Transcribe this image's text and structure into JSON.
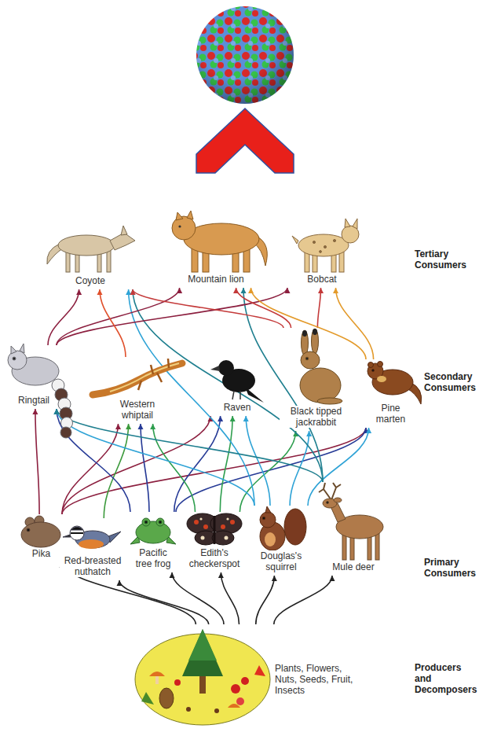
{
  "diagram": {
    "nodes": [
      {
        "text": [
          "Coyote"
        ]
      },
      {
        "text": [
          "Mountain lion"
        ]
      },
      {
        "text": [
          "Bobcat"
        ]
      },
      {
        "text": [
          "Ringtail"
        ]
      },
      {
        "text": [
          "Western whiptail"
        ]
      },
      {
        "text": [
          "Raven"
        ]
      },
      {
        "text": [
          "Black tipped jackrabbit"
        ]
      },
      {
        "text": [
          "Pine marten"
        ]
      },
      {
        "text": [
          "Pika"
        ]
      },
      {
        "text": [
          "Red-breasted nuthatch"
        ]
      },
      {
        "text": [
          "Pacific tree frog"
        ]
      },
      {
        "text": [
          "Edith's checkerspot"
        ]
      },
      {
        "text": [
          "Douglas's squirrel"
        ]
      },
      {
        "text": [
          "Mule deer"
        ]
      },
      {
        "text": [
          "Plants, Flowers, Nuts, Seeds, Fruit, Insects"
        ]
      }
    ],
    "edges": [
      {
        "from": 14,
        "to": 8,
        "arrow": "to"
      },
      {
        "from": 14,
        "to": 9,
        "arrow": "to"
      },
      {
        "from": 14,
        "to": 10,
        "arrow": "to"
      },
      {
        "from": 14,
        "to": 11,
        "arrow": "to"
      },
      {
        "from": 14,
        "to": 12,
        "arrow": "to"
      },
      {
        "from": 14,
        "to": 13,
        "arrow": "to"
      },
      {
        "from": 8,
        "to": 3,
        "arrow": "to"
      },
      {
        "from": 8,
        "to": 4,
        "arrow": "to"
      },
      {
        "from": 8,
        "to": 5,
        "arrow": "to"
      },
      {
        "from": 8,
        "to": 7,
        "arrow": "to"
      },
      {
        "from": 9,
        "to": 4,
        "arrow": "to"
      },
      {
        "from": 10,
        "to": 3,
        "arrow": "to"
      },
      {
        "from": 10,
        "to": 4,
        "arrow": "to"
      },
      {
        "from": 10,
        "to": 5,
        "arrow": "to"
      },
      {
        "from": 10,
        "to": 7,
        "arrow": "to"
      },
      {
        "from": 11,
        "to": 4,
        "arrow": "to"
      },
      {
        "from": 11,
        "to": 5,
        "arrow": "to"
      },
      {
        "from": 11,
        "to": 6,
        "arrow": "to"
      },
      {
        "from": 12,
        "to": 3,
        "arrow": "to"
      },
      {
        "from": 12,
        "to": 5,
        "arrow": "to"
      },
      {
        "from": 12,
        "to": 6,
        "arrow": "to"
      },
      {
        "from": 12,
        "to": 7,
        "arrow": "to"
      },
      {
        "from": 12,
        "to": 0,
        "arrow": "to"
      },
      {
        "from": 13,
        "to": 3,
        "arrow": "to"
      },
      {
        "from": 13,
        "to": 0,
        "arrow": "to"
      },
      {
        "from": 13,
        "to": 1,
        "arrow": "to"
      },
      {
        "from": 3,
        "to": 0,
        "arrow": "to"
      },
      {
        "from": 3,
        "to": 1,
        "arrow": "to"
      },
      {
        "from": 3,
        "to": 2,
        "arrow": "to"
      },
      {
        "from": 4,
        "to": 0,
        "arrow": "to"
      },
      {
        "from": 6,
        "to": 0,
        "arrow": "to"
      },
      {
        "from": 6,
        "to": 1,
        "arrow": "to"
      },
      {
        "from": 6,
        "to": 2,
        "arrow": "to"
      },
      {
        "from": 7,
        "to": 1,
        "arrow": "to"
      },
      {
        "from": 7,
        "to": 2,
        "arrow": "to"
      }
    ],
    "labels": [
      "Tertiary Consumers",
      "Secondary Consumers",
      "Primary Consumers",
      "Producers and Decomposers"
    ]
  }
}
